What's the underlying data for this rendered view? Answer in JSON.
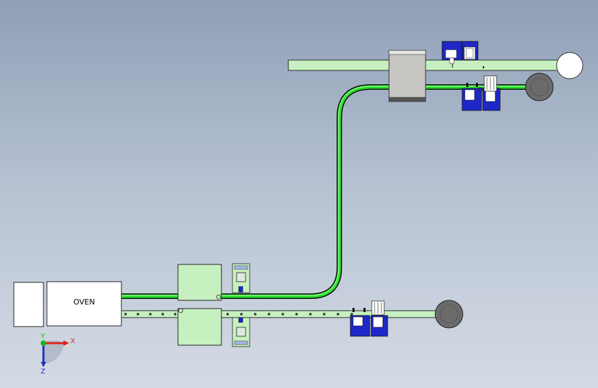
{
  "oven": {
    "label": "OVEN"
  },
  "triad": {
    "x_label": "X",
    "y_label": "Y",
    "z_label": "Z"
  },
  "colors": {
    "conveyor_fill": "#c6f0c0",
    "conveyor_dark": "#0fd40f",
    "station_blue": "#1e28c8",
    "cabinet_gray": "#c8c6c2",
    "table_gray": "#6b6b6b",
    "axis_red": "#e02020",
    "axis_green": "#18b818",
    "axis_blue": "#2030c8"
  }
}
